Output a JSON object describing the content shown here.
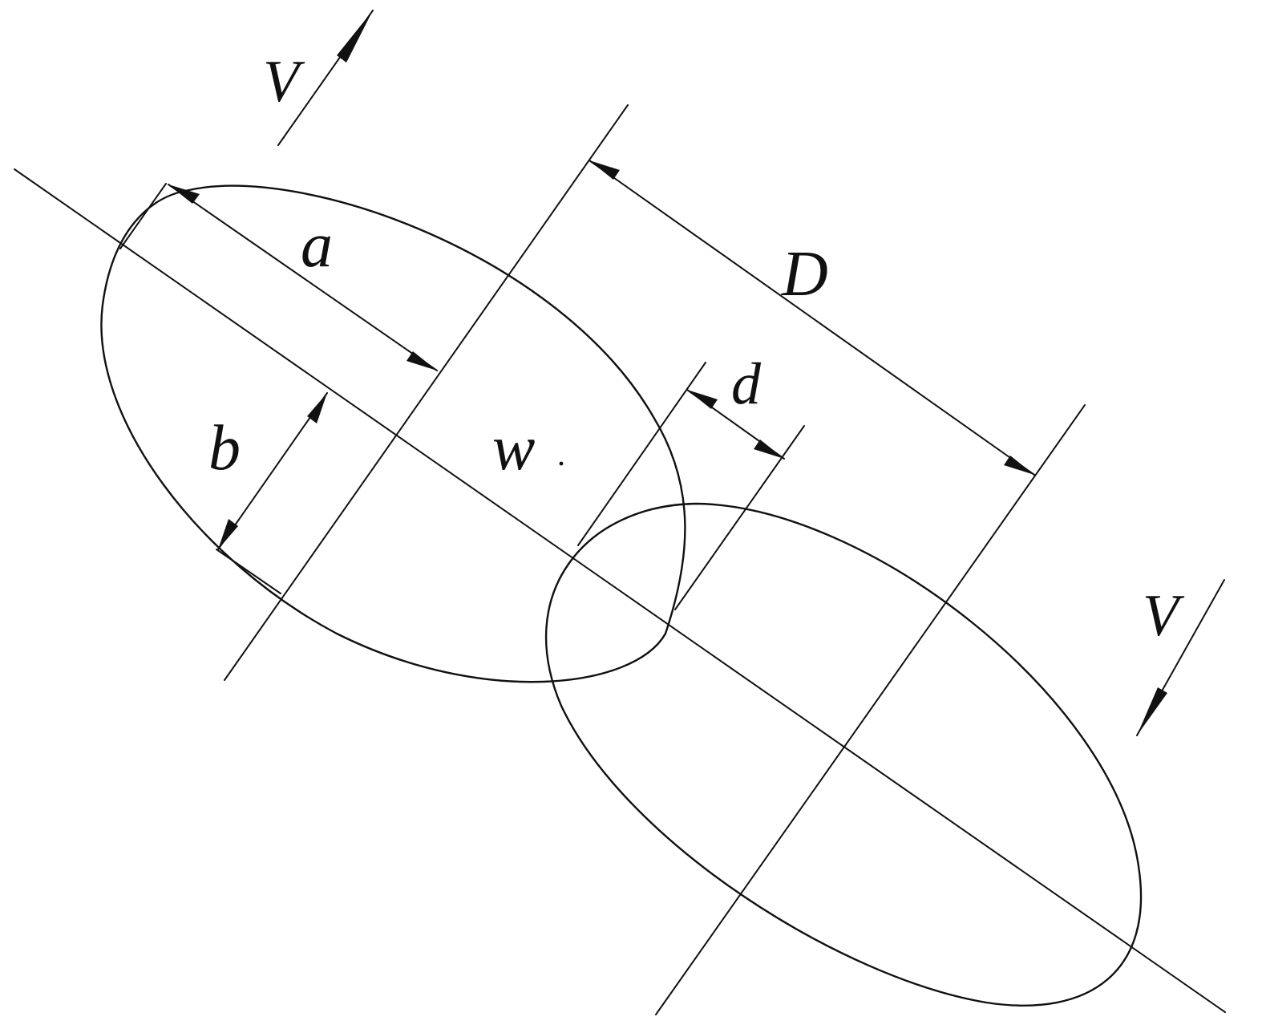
{
  "labels": {
    "velocity_top": "V",
    "velocity_bottom": "V",
    "semi_axis_a": "a",
    "semi_axis_b": "b",
    "distance_D": "D",
    "distance_d": "d",
    "point_w": "w"
  },
  "colors": {
    "stroke": "#111111",
    "background": "#ffffff"
  }
}
